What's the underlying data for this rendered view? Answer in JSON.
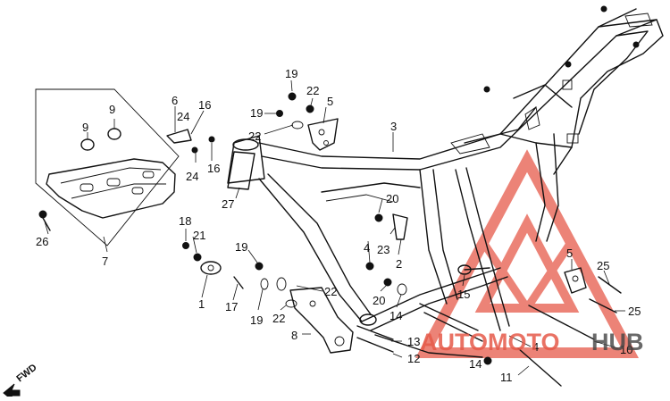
{
  "diagram": {
    "direction_label": "FWD",
    "callouts": [
      {
        "id": "c-1",
        "text": "1"
      },
      {
        "id": "c-2",
        "text": "2"
      },
      {
        "id": "c-3",
        "text": "3"
      },
      {
        "id": "c-4a",
        "text": "4"
      },
      {
        "id": "c-4b",
        "text": "4"
      },
      {
        "id": "c-5a",
        "text": "5"
      },
      {
        "id": "c-5b",
        "text": "5"
      },
      {
        "id": "c-6",
        "text": "6"
      },
      {
        "id": "c-7",
        "text": "7"
      },
      {
        "id": "c-8",
        "text": "8"
      },
      {
        "id": "c-9a",
        "text": "9"
      },
      {
        "id": "c-9b",
        "text": "9"
      },
      {
        "id": "c-10",
        "text": "10"
      },
      {
        "id": "c-11",
        "text": "11"
      },
      {
        "id": "c-12",
        "text": "12"
      },
      {
        "id": "c-13",
        "text": "13"
      },
      {
        "id": "c-14a",
        "text": "14"
      },
      {
        "id": "c-14b",
        "text": "14"
      },
      {
        "id": "c-15",
        "text": "15"
      },
      {
        "id": "c-16a",
        "text": "16"
      },
      {
        "id": "c-16b",
        "text": "16"
      },
      {
        "id": "c-17",
        "text": "17"
      },
      {
        "id": "c-18",
        "text": "18"
      },
      {
        "id": "c-19a",
        "text": "19"
      },
      {
        "id": "c-19b",
        "text": "19"
      },
      {
        "id": "c-19c",
        "text": "19"
      },
      {
        "id": "c-19d",
        "text": "19"
      },
      {
        "id": "c-20a",
        "text": "20"
      },
      {
        "id": "c-20b",
        "text": "20"
      },
      {
        "id": "c-21",
        "text": "21"
      },
      {
        "id": "c-22a",
        "text": "22"
      },
      {
        "id": "c-22b",
        "text": "22"
      },
      {
        "id": "c-22c",
        "text": "22"
      },
      {
        "id": "c-22d",
        "text": "22"
      },
      {
        "id": "c-23",
        "text": "23"
      },
      {
        "id": "c-24a",
        "text": "24"
      },
      {
        "id": "c-24b",
        "text": "24"
      },
      {
        "id": "c-25a",
        "text": "25"
      },
      {
        "id": "c-25b",
        "text": "25"
      },
      {
        "id": "c-26",
        "text": "26"
      },
      {
        "id": "c-27",
        "text": "27"
      }
    ]
  },
  "watermark": {
    "text_accent": "AUTOMOTO",
    "text_dark": "HUB",
    "accent_color": "#e65a4a",
    "dark_color": "#444444"
  }
}
